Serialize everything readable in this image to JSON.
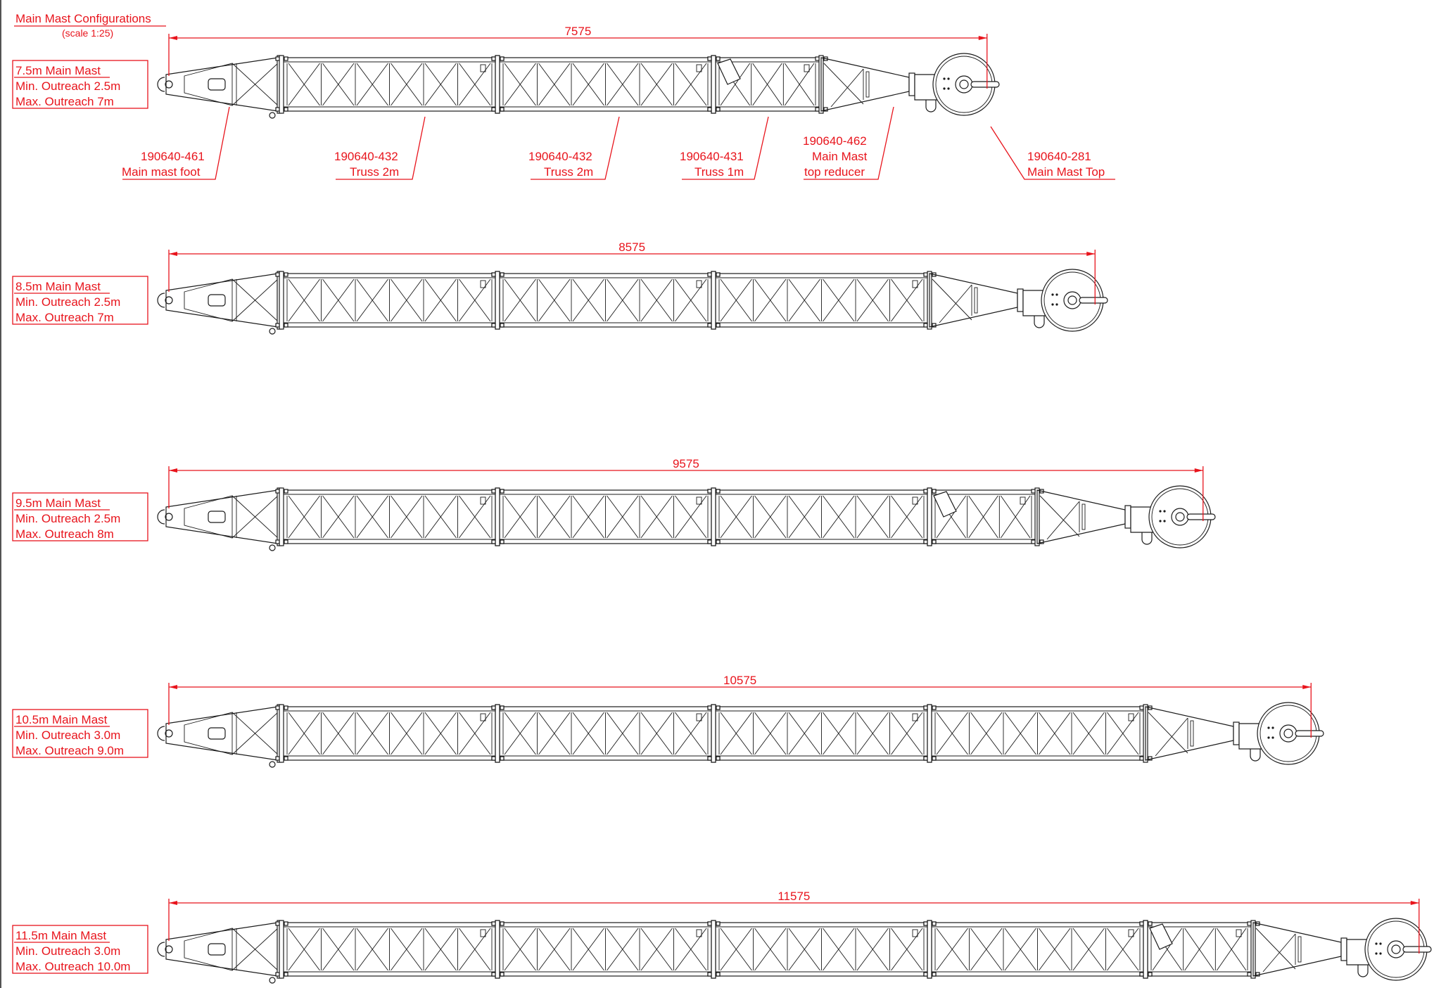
{
  "sheet": {
    "title": "Main Mast Configurations",
    "scale": "(scale 1:25)"
  },
  "configurations": [
    {
      "name": "7.5m Main Mast",
      "min_outreach": "Min. Outreach 2.5m",
      "max_outreach": "Max. Outreach 7m",
      "dimension": "7575",
      "length_mm": 7575,
      "full_trusses": 2,
      "short_truss": true
    },
    {
      "name": "8.5m Main Mast",
      "min_outreach": "Min. Outreach 2.5m",
      "max_outreach": "Max. Outreach 7m",
      "dimension": "8575",
      "length_mm": 8575,
      "full_trusses": 3,
      "short_truss": false
    },
    {
      "name": "9.5m Main Mast",
      "min_outreach": "Min. Outreach 2.5m",
      "max_outreach": "Max. Outreach 8m",
      "dimension": "9575",
      "length_mm": 9575,
      "full_trusses": 3,
      "short_truss": true
    },
    {
      "name": "10.5m Main Mast",
      "min_outreach": "Min. Outreach 3.0m",
      "max_outreach": "Max. Outreach 9.0m",
      "dimension": "10575",
      "length_mm": 10575,
      "full_trusses": 4,
      "short_truss": false
    },
    {
      "name": "11.5m Main Mast",
      "min_outreach": "Min. Outreach 3.0m",
      "max_outreach": "Max. Outreach 10.0m",
      "dimension": "11575",
      "length_mm": 11575,
      "full_trusses": 4,
      "short_truss": true
    }
  ],
  "callouts": [
    {
      "part": "190640-461",
      "desc": "Main mast foot"
    },
    {
      "part": "190640-432",
      "desc": "Truss 2m"
    },
    {
      "part": "190640-432",
      "desc": "Truss 2m"
    },
    {
      "part": "190640-431",
      "desc": "Truss 1m"
    },
    {
      "part": "190640-462",
      "desc": "Main Mast",
      "desc2": "top reducer"
    },
    {
      "part": "190640-281",
      "desc": "Main Mast Top"
    }
  ],
  "colors": {
    "annotation": "#e8141c",
    "linework": "#1a1a1a"
  }
}
